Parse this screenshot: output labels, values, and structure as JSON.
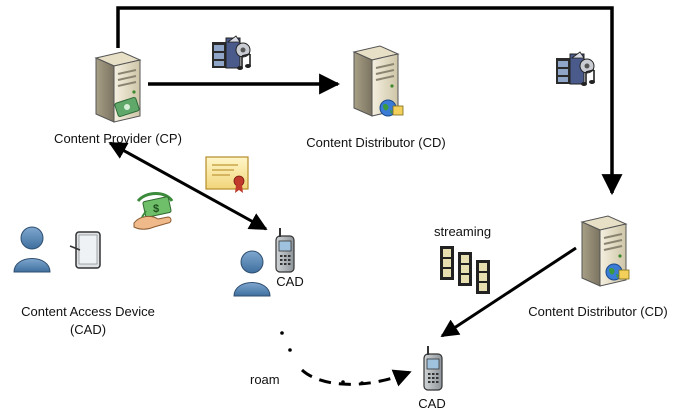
{
  "labels": {
    "content_provider": "Content Provider (CP)",
    "content_distributor_top": "Content Distributor (CD)",
    "content_distributor_right": "Content Distributor (CD)",
    "cad_device_line1": "Content Access Device",
    "cad_device_line2": "(CAD)",
    "cad_user": "CAD",
    "cad_bottom": "CAD",
    "streaming": "streaming",
    "roam": "roam"
  }
}
